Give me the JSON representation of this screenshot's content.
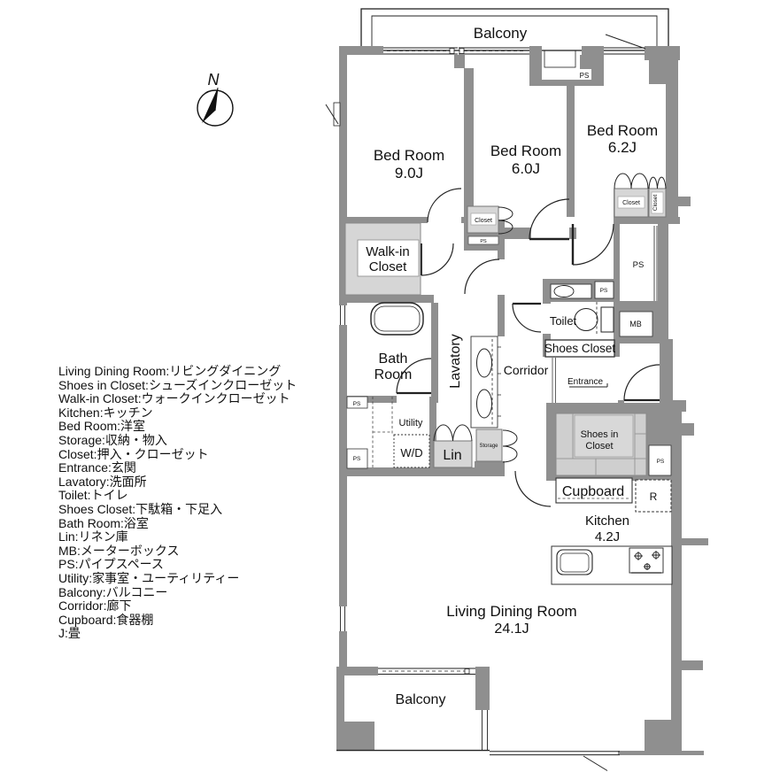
{
  "colors": {
    "wall": "#8f8f8f",
    "closet_fill": "#d6d6d6",
    "shoes_in_closet_fill": "#cfcfcf",
    "line": "#1f1f1f"
  },
  "compass": {
    "north_label": "N"
  },
  "labels": {
    "balcony_top": "Balcony",
    "balcony_bottom": "Balcony",
    "bed1": "Bed Room",
    "bed1_size": "9.0J",
    "bed2": "Bed Room",
    "bed2_size": "6.0J",
    "bed3": "Bed Room",
    "bed3_size": "6.2J",
    "walkin1": "Walk-in",
    "walkin2": "Closet",
    "bath1": "Bath",
    "bath2": "Room",
    "lavatory": "Lavatory",
    "corridor": "Corridor",
    "toilet": "Toilet",
    "shoes_closet": "Shoes Closet",
    "entrance": "Entrance",
    "shoes_in1": "Shoes in",
    "shoes_in2": "Closet",
    "cupboard": "Cupboard",
    "refrigerator": "R",
    "kitchen": "Kitchen",
    "kitchen_size": "4.2J",
    "ldr": "Living Dining Room",
    "ldr_size": "24.1J",
    "utility": "Utility",
    "wd": "W/D",
    "lin": "Lin",
    "storage": "Storage",
    "closet": "Closet",
    "mb": "MB",
    "ps": "PS"
  },
  "legend": [
    "Living Dining Room:リビングダイニング",
    "Shoes in Closet:シューズインクローゼット",
    "Walk-in Closet:ウォークインクローゼット",
    "Kitchen:キッチン",
    "Bed Room:洋室",
    "Storage:収納・物入",
    "Closet:押入・クローゼット",
    "Entrance:玄関",
    "Lavatory:洗面所",
    "Toilet:トイレ",
    "Shoes Closet:下駄箱・下足入",
    "Bath Room:浴室",
    "Lin:リネン庫",
    "MB:メーターボックス",
    "PS:パイプスペース",
    "Utility:家事室・ユーティリティー",
    "Balcony:バルコニー",
    "Corridor:廊下",
    "Cupboard:食器棚",
    "J:畳"
  ]
}
